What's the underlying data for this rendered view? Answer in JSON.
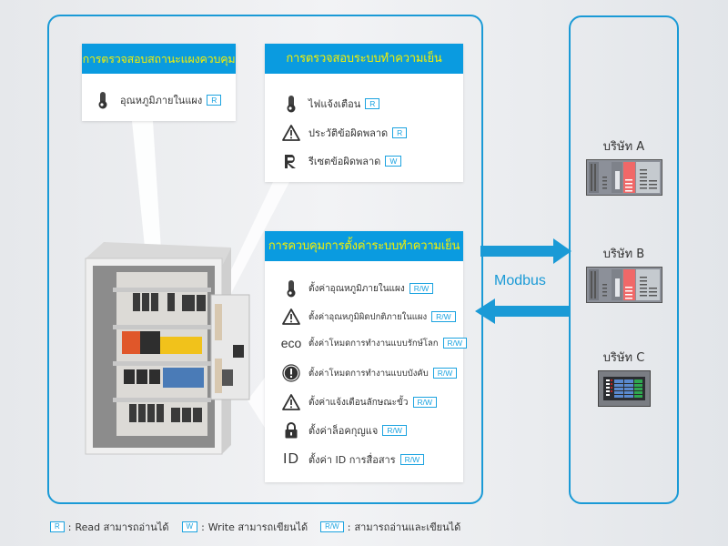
{
  "panels": {
    "status": {
      "title": "การตรวจสอบสถานะแผงควบคุม",
      "items": [
        {
          "icon": "thermometer-icon",
          "label": "อุณหภูมิภายในแผง",
          "access": "R"
        }
      ]
    },
    "check": {
      "title": "การตรวจสอบระบบทำความเย็น",
      "items": [
        {
          "icon": "thermometer-icon",
          "label": "ไฟแจ้งเตือน",
          "access": "R"
        },
        {
          "icon": "warning-icon",
          "label": "ประวัติข้อผิดพลาด",
          "access": "R"
        },
        {
          "icon": "reset-r-icon",
          "label": "รีเซตข้อผิดพลาด",
          "access": "W"
        }
      ]
    },
    "control": {
      "title": "การควบคุมการตั้งค่าระบบทำความเย็น",
      "items": [
        {
          "icon": "thermometer-icon",
          "label": "ตั้งค่าอุณหภูมิภายในแผง",
          "access": "R/W"
        },
        {
          "icon": "warning-icon",
          "label": "ตั้งค่าอุณหภูมิผิดปกติภายในแผง",
          "access": "R/W"
        },
        {
          "icon": "eco-icon",
          "icon_text": "eco",
          "label": "ตั้งค่าโหมดการทำงานแบบรักษ์โลก",
          "access": "R/W"
        },
        {
          "icon": "exclamation-circle-icon",
          "label": "ตั้งค่าโหมดการทำงานแบบบังคับ",
          "access": "R/W"
        },
        {
          "icon": "warning-icon",
          "label": "ตั้งค่าแจ้งเตือนลักษณะขั้ว",
          "access": "R/W"
        },
        {
          "icon": "lock-icon",
          "label": "ตั้งค่าล็อคกุญแจ",
          "access": "R/W"
        },
        {
          "icon": "id-icon",
          "icon_text": "ID",
          "label": "ตั้งค่า ID การสื่อสาร",
          "access": "R/W"
        }
      ]
    }
  },
  "link": {
    "label": "Modbus"
  },
  "companies": [
    {
      "name": "บริษัท A",
      "device": "plc"
    },
    {
      "name": "บริษัท B",
      "device": "plc"
    },
    {
      "name": "บริษัท C",
      "device": "hmi-panel"
    }
  ],
  "legend": [
    {
      "tag": "R",
      "text": "Read สามารถอ่านได้"
    },
    {
      "tag": "W",
      "text": "Write สามารถเขียนได้"
    },
    {
      "tag": "R/W",
      "text": "สามารถอ่านและเขียนได้"
    }
  ],
  "legend_separator": ":",
  "colors": {
    "accent": "#0a9be0",
    "frame": "#1a9ad6",
    "header_text": "#f6f000",
    "plc_red": "#f06868"
  }
}
